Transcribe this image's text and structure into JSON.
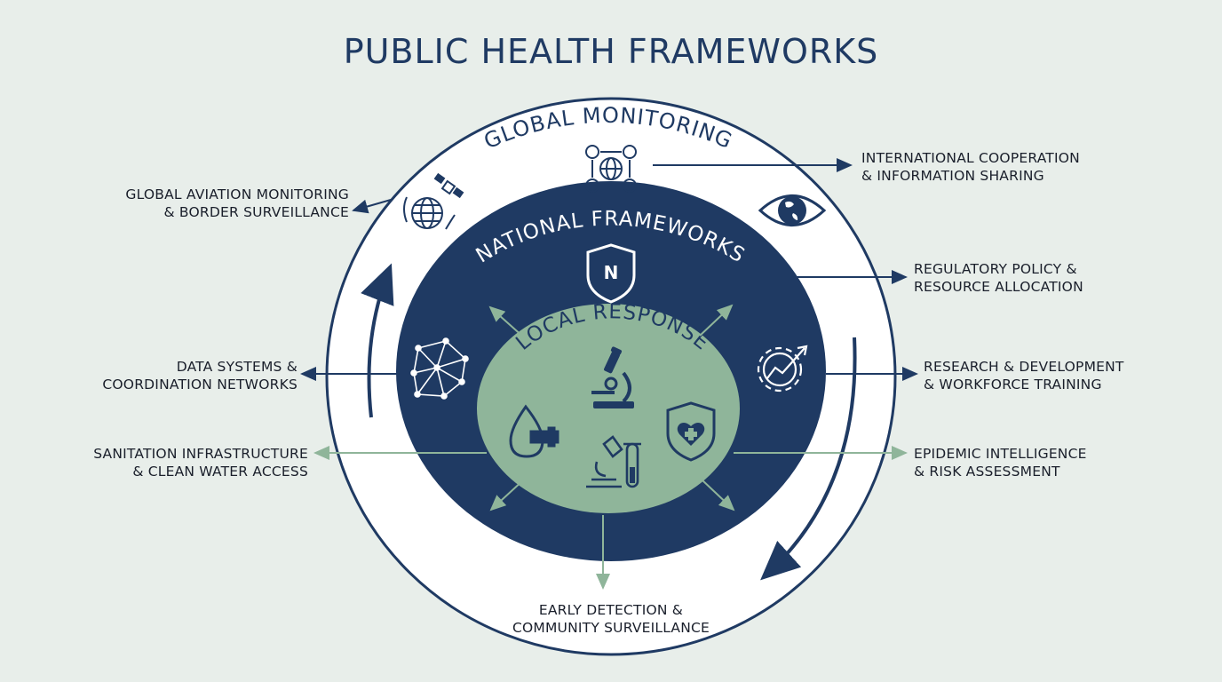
{
  "title": "PUBLIC HEALTH FRAMEWORKS",
  "rings": {
    "outer": "GLOBAL MONITORING",
    "middle": "NATIONAL FRAMEWORKS",
    "inner": "LOCAL RESPONSE",
    "middle_badge": "N"
  },
  "labels": {
    "intl_1": "INTERNATIONAL COOPERATION",
    "intl_2": "& INFORMATION SHARING",
    "aviation_1": "GLOBAL AVIATION MONITORING",
    "aviation_2": "& BORDER SURVEILLANCE",
    "regulatory_1": "REGULATORY POLICY &",
    "regulatory_2": "RESOURCE ALLOCATION",
    "data_1": "DATA SYSTEMS &",
    "data_2": "COORDINATION NETWORKS",
    "research_1": "RESEARCH & DEVELOPMENT",
    "research_2": "& WORKFORCE TRAINING",
    "sanitation_1": "SANITATION INFRASTRUCTURE",
    "sanitation_2": "& CLEAN WATER ACCESS",
    "epidemic_1": "EPIDEMIC INTELLIGENCE",
    "epidemic_2": "& RISK ASSESSMENT",
    "early_1": "EARLY DETECTION &",
    "early_2": "COMMUNITY SURVEILLANCE"
  },
  "colors": {
    "navy": "#1f3a63",
    "sage": "#8fb59a",
    "background": "#e8eeea",
    "white": "#ffffff"
  },
  "icons": [
    "satellite-icon",
    "network-globe-icon",
    "eye-globe-icon",
    "shield-n-icon",
    "node-network-icon",
    "gear-chart-icon",
    "microscope-icon",
    "water-drop-pipe-icon",
    "lab-microscope-tube-icon",
    "heart-shield-icon"
  ]
}
